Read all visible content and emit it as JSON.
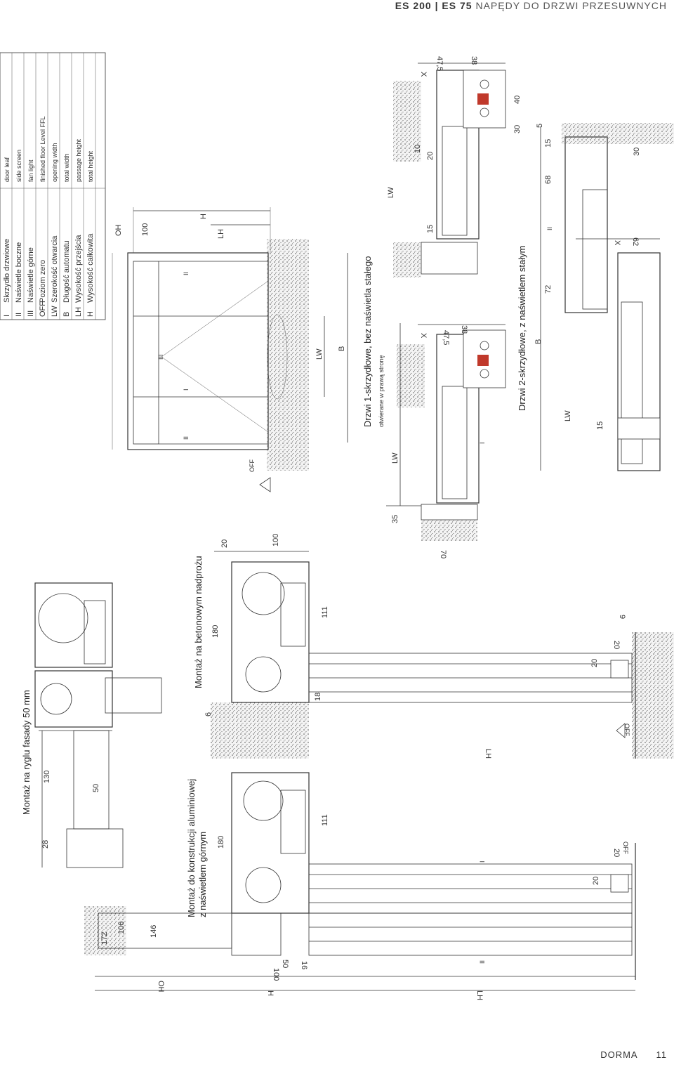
{
  "header": {
    "brand": "ES 200 | ES 75",
    "subtitle": "NAPĘDY DO DRZWI PRZESUWNYCH"
  },
  "footer": {
    "brand": "DORMA",
    "page": "11"
  },
  "legend": [
    {
      "code": "I",
      "pl": "Skrzydło drzwiowe",
      "en": "door leaf"
    },
    {
      "code": "II",
      "pl": "Naświetle boczne",
      "en": "side screen"
    },
    {
      "code": "III",
      "pl": "Naświetle górne",
      "en": "fan light"
    },
    {
      "code": "OFF",
      "pl": "Poziom zero",
      "en": "finished floor Level FFL"
    },
    {
      "code": "LW",
      "pl": "Szerokość otwarcia",
      "en": "opening width"
    },
    {
      "code": "B",
      "pl": "Długość automatu",
      "en": "total width"
    },
    {
      "code": "LH",
      "pl": "Wysokość przejścia",
      "en": "passage height"
    },
    {
      "code": "H",
      "pl": "Wysokość całkowita",
      "en": "total height"
    }
  ],
  "elevation": {
    "dims": {
      "oh": "OH",
      "d100": "100",
      "lh": "LH",
      "h": "H",
      "lw": "LW",
      "b": "B",
      "off": "OFF"
    },
    "marks": {
      "i": "I",
      "ii": "II",
      "iii": "III"
    }
  },
  "plan1": {
    "title": "Drzwi 1-skrzydłowe, bez naświetla stałego",
    "subtitle": "otwierane w prawą stronę",
    "dims": {
      "d47": "47,5",
      "d38": "38",
      "x": "X",
      "d15": "15",
      "d35": "35",
      "d70": "70",
      "lw": "LW",
      "i": "I"
    }
  },
  "plan2": {
    "title": "Drzwi 2-skrzydłowe, z naświetlem stałym",
    "dims": {
      "d47": "47,5",
      "d38": "38",
      "x": "X",
      "d40": "40",
      "d30": "30",
      "d10": "10",
      "d20": "20",
      "d15": "15",
      "d5": "5",
      "d68": "68",
      "d72": "72",
      "d15b": "15",
      "d30b": "30",
      "d62": "62",
      "x2": "X",
      "b": "B",
      "lw": "LW",
      "lw2": "LW",
      "d15c": "15",
      "ii": "II"
    }
  },
  "section1": {
    "title": "Montaż na ryglu fasady 50 mm",
    "dims": {
      "d130": "130",
      "d28": "28",
      "d50": "50"
    }
  },
  "section2": {
    "title": "Montaż na betonowym nadprożu",
    "dims": {
      "d180": "180",
      "d20": "20",
      "d100": "100",
      "d111": "111",
      "d6": "6",
      "d18": "18",
      "lh": "LH",
      "d20b": "20",
      "d20c": "20",
      "d9": "9",
      "off": "OFF"
    }
  },
  "section3": {
    "title_line1": "Montaż do konstrukcji aluminiowej",
    "title_line2": "z naświetlem górnym",
    "dims": {
      "d180": "180",
      "d111": "111",
      "d172": "172",
      "d106": "106",
      "d146": "146",
      "d50": "50",
      "d100": "100",
      "d16": "16",
      "oh": "OH",
      "h": "H",
      "lh": "LH",
      "d20": "20",
      "d20b": "20",
      "off": "OFF",
      "i": "I",
      "ii": "II"
    }
  }
}
